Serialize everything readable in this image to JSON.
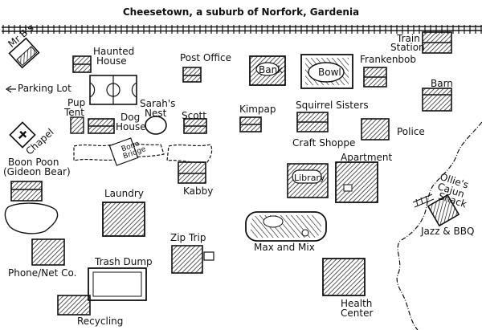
{
  "title": "Cheesetown, a suburb of Norfork, Gardenia",
  "colors": {
    "ink": "#111111",
    "paper": "#ffffff"
  },
  "labels": {
    "mr_bs": "Mr B's",
    "haunted_house_1": "Haunted",
    "haunted_house_2": "House",
    "post_office": "Post Office",
    "bank": "Bank",
    "bowl": "Bowl",
    "frankenbob": "Frankenbob",
    "train_station_1": "Train",
    "train_station_2": "Station",
    "barn": "Barn",
    "parking_lot": "Parking Lot",
    "pup_tent_1": "Pup",
    "pup_tent_2": "Tent",
    "dog_house_1": "Dog",
    "dog_house_2": "House",
    "sarahs_nest_1": "Sarah's",
    "sarahs_nest_2": "Nest",
    "scott": "Scott",
    "kimpap": "Kimpap",
    "squirrel_sisters": "Squirrel Sisters",
    "police": "Police",
    "chapel": "Chapel",
    "craft_shoppe": "Craft Shoppe",
    "bone_bridge_1": "Bone",
    "bone_bridge_2": "Bridge",
    "boon_poon_1": "Boon Poon",
    "boon_poon_2": "(Gideon Bear)",
    "apartment": "Apartment",
    "library": "Library",
    "kabby": "Kabby",
    "ollies_1": "Ollie's",
    "ollies_2": "Cajun",
    "ollies_3": "Shack",
    "laundry": "Laundry",
    "jazz_bbq": "Jazz & BBQ",
    "zip_trip": "Zip Trip",
    "max_and_mix": "Max and Mix",
    "phone_net": "Phone/Net Co.",
    "trash_dump": "Trash Dump",
    "health_center_1": "Health",
    "health_center_2": "Center",
    "recycling": "Recycling"
  }
}
